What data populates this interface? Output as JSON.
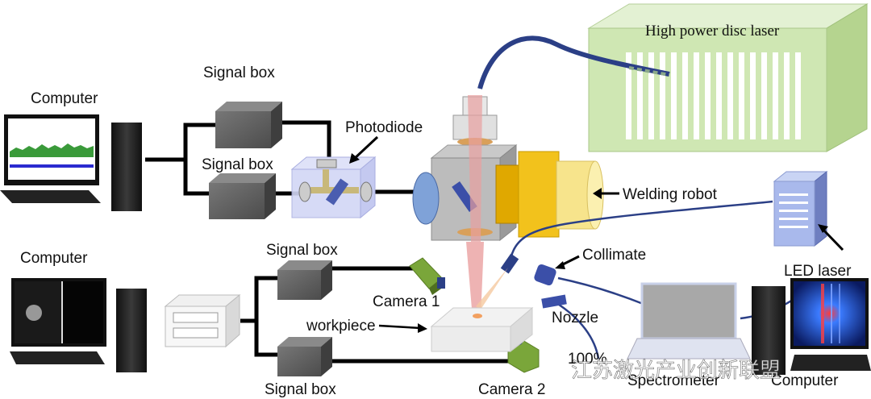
{
  "labels": {
    "laser": "High power disc laser",
    "computer_top": "Computer",
    "signal_box_1": "Signal box",
    "signal_box_2": "Signal box",
    "photodiode": "Photodiode",
    "welding_robot": "Welding robot",
    "computer_left_bottom": "Computer",
    "signal_box_3": "Signal box",
    "signal_box_4": "Signal box",
    "camera_1": "Camera 1",
    "camera_2": "Camera 2",
    "workpiece": "workpiece",
    "collimate": "Collimate",
    "nozzle": "Nozzle",
    "led_laser": "LED laser",
    "spectrometer": "Spectrometer",
    "computer_right": "Computer",
    "partial_text": "100%",
    "watermark": "江苏激光产业创新联盟"
  },
  "colors": {
    "laser_body": "#cfe7b3",
    "laser_stripes": "#ffffff",
    "signal_box": "#5e5e5e",
    "beam": "#e89a9a",
    "fiber_cable": "#2b3f86",
    "robot_nozzle": "#f2c21c",
    "camera": "#7aa63a",
    "led_laser": "#9fb3e8",
    "spectrometer_screen": "#a8a8a8"
  },
  "icons": [
    "computer-icon",
    "tower-pc-icon",
    "keyboard-icon",
    "camera-icon",
    "arrow-icon"
  ]
}
